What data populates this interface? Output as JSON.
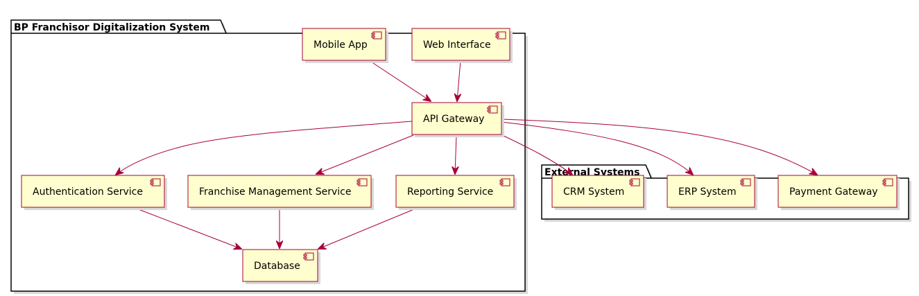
{
  "diagram": {
    "colors": {
      "component_fill": "#FEFECE",
      "component_border": "#A80036",
      "arrow": "#A80036",
      "package_border": "#000000",
      "shadow": "#D9D9D9"
    },
    "packages": [
      {
        "id": "bp",
        "label": "BP Franchisor Digitalization System"
      },
      {
        "id": "ext",
        "label": "External Systems"
      }
    ],
    "components": [
      {
        "id": "mobile",
        "label": "Mobile App",
        "package": "bp"
      },
      {
        "id": "web",
        "label": "Web Interface",
        "package": "bp"
      },
      {
        "id": "api",
        "label": "API Gateway",
        "package": "bp"
      },
      {
        "id": "auth",
        "label": "Authentication Service",
        "package": "bp"
      },
      {
        "id": "franchise",
        "label": "Franchise Management Service",
        "package": "bp"
      },
      {
        "id": "reporting",
        "label": "Reporting Service",
        "package": "bp"
      },
      {
        "id": "db",
        "label": "Database",
        "package": "bp"
      },
      {
        "id": "crm",
        "label": "CRM System",
        "package": "ext"
      },
      {
        "id": "erp",
        "label": "ERP System",
        "package": "ext"
      },
      {
        "id": "payment",
        "label": "Payment Gateway",
        "package": "ext"
      }
    ],
    "edges": [
      {
        "from": "mobile",
        "to": "api"
      },
      {
        "from": "web",
        "to": "api"
      },
      {
        "from": "api",
        "to": "auth"
      },
      {
        "from": "api",
        "to": "franchise"
      },
      {
        "from": "api",
        "to": "reporting"
      },
      {
        "from": "api",
        "to": "crm"
      },
      {
        "from": "api",
        "to": "erp"
      },
      {
        "from": "api",
        "to": "payment"
      },
      {
        "from": "auth",
        "to": "db"
      },
      {
        "from": "franchise",
        "to": "db"
      },
      {
        "from": "reporting",
        "to": "db"
      }
    ]
  }
}
